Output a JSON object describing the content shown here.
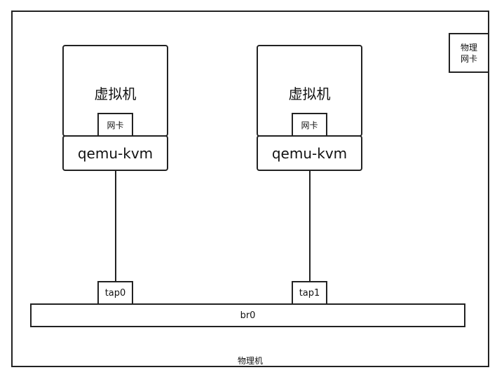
{
  "host": {
    "label": "物理机",
    "physical_nic_label": "物理\n网卡"
  },
  "vms": [
    {
      "label": "虚拟机",
      "nic_label": "网卡",
      "hypervisor_label": "qemu-kvm",
      "tap_label": "tap0"
    },
    {
      "label": "虚拟机",
      "nic_label": "网卡",
      "hypervisor_label": "qemu-kvm",
      "tap_label": "tap1"
    }
  ],
  "bridge": {
    "label": "br0"
  }
}
